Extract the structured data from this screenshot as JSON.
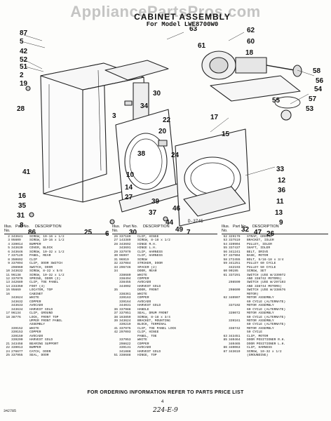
{
  "watermark": "AppliancePartsPros.com",
  "title": "CABINET ASSEMBLY",
  "subtitle": "For Model LWE8700W0",
  "diagram_code": "D-3745",
  "callouts": [
    "87",
    "5",
    "42",
    "52",
    "51",
    "2",
    "19",
    "28",
    "41",
    "16",
    "35",
    "31",
    "8",
    "86",
    "63",
    "61",
    "62",
    "60",
    "18",
    "58",
    "56",
    "54",
    "57",
    "53",
    "22",
    "20",
    "38",
    "55",
    "24",
    "10",
    "14",
    "27",
    "17",
    "15",
    "33",
    "12",
    "36",
    "11",
    "13",
    "9",
    "39",
    "37",
    "44",
    "46",
    "49",
    "7",
    "32",
    "47",
    "26",
    "25",
    "6",
    "30",
    "34",
    "30",
    "3"
  ],
  "columns": [
    {
      "header": {
        "ill": "Illus. No.",
        "part": "Part No.",
        "desc": "DESCRIPTION"
      },
      "rows": [
        [
          "2",
          "343641",
          "SCREW, 10-16 x 1/2"
        ],
        [
          "3",
          "95609",
          "SCREW, 10-16 x 1/2"
        ],
        [
          "4",
          "339014",
          "BUMPER"
        ],
        [
          "5",
          "343630",
          "COVER, BLOCK"
        ],
        [
          "6",
          "343646",
          "SCREW, 10-32 x 1/2"
        ],
        [
          "7",
          "337129",
          "PANEL, REAR"
        ],
        [
          "8",
          "350692",
          "CLIP"
        ],
        [
          "9",
          "337094",
          "CLIP, DOOR SWITCH"
        ],
        [
          "",
          "298960",
          "SWITCH, DOOR"
        ],
        [
          "10",
          "343632",
          "SCREW, 8-32 x 5/8"
        ],
        [
          "11",
          "96138",
          "SCREW, 10-32 x 1/2"
        ],
        [
          "12",
          "337979",
          "SPRING, DOOR (2)"
        ],
        [
          "13",
          "342689",
          "CLIP, TOE PANEL"
        ],
        [
          "14",
          "233350",
          "FOOT (4)"
        ],
        [
          "15",
          "95669",
          "LOCATOR, TOP"
        ],
        [
          "16",
          "",
          "CABINET"
        ],
        [
          "",
          "343624",
          "WHITE"
        ],
        [
          "",
          "343632",
          "COPPER"
        ],
        [
          "",
          "343633",
          "AVOCADO"
        ],
        [
          "",
          "343634",
          "HARVEST GOLD"
        ],
        [
          "17",
          "96134",
          "CLIP, GROUND"
        ],
        [
          "18",
          "38776",
          "LOCK, FRONT TOP"
        ],
        [
          "",
          "",
          "UPPER FRONT PANEL"
        ],
        [
          "",
          "",
          "ASSEMBLY"
        ],
        [
          "",
          "339152",
          "WHITE"
        ],
        [
          "",
          "339153",
          "COPPER"
        ],
        [
          "",
          "339150",
          "AVOCADO"
        ],
        [
          "",
          "339290",
          "HARVEST GOLD"
        ],
        [
          "21",
          "343458",
          "BEARING SUPPORT"
        ],
        [
          "22",
          "339013",
          "BUMPER"
        ],
        [
          "24",
          "276677",
          "CATCH, DOOR"
        ],
        [
          "25",
          "337955",
          "SEAL, DOOR"
        ]
      ]
    },
    {
      "header": {
        "ill": "Illus. No.",
        "part": "Part No.",
        "desc": "DESCRIPTION"
      },
      "rows": [
        [
          "26",
          "337189",
          "CLIP, HINGE"
        ],
        [
          "27",
          "143389",
          "SCREW, 8-18 x 1/2"
        ],
        [
          "28",
          "343692",
          "HINGE R.H."
        ],
        [
          "",
          "343691",
          "HINGE L.H."
        ],
        [
          "29",
          "337979",
          "CLIP, HARNESS"
        ],
        [
          "30",
          "96997",
          "CLIP, HARNESS"
        ],
        [
          "31",
          "96919",
          "SCREW"
        ],
        [
          "32",
          "337084",
          "STRIKER, DOOR"
        ],
        [
          "33",
          "296746",
          "SPACER (2)"
        ],
        [
          "34",
          "",
          "DOOR, REAR"
        ],
        [
          "",
          "338680",
          "WHITE"
        ],
        [
          "",
          "338494",
          "COPPER"
        ],
        [
          "",
          "338455",
          "AVOCADO"
        ],
        [
          "",
          "344002",
          "HARVEST GOLD"
        ],
        [
          "35",
          "",
          "DOOR, FRONT"
        ],
        [
          "",
          "338361",
          "WHITE"
        ],
        [
          "",
          "339163",
          "COPPER"
        ],
        [
          "",
          "339164",
          "AVOCADO"
        ],
        [
          "",
          "344031",
          "HARVEST GOLD"
        ],
        [
          "36",
          "337988",
          "HANDLE"
        ],
        [
          "37",
          "337951",
          "SEAL, DRUM FRONT"
        ],
        [
          "38",
          "163859",
          "SCREW, 8-18 x 3/4"
        ],
        [
          "39",
          "343624",
          "BRACKET, MOUNTING"
        ],
        [
          "",
          "339219",
          "BLOCK, TERMINAL"
        ],
        [
          "41",
          "337975",
          "CLIP, TOE PANEL LOCK"
        ],
        [
          "42",
          "297093",
          "CLIP, HINGE"
        ],
        [
          "",
          "",
          "PANEL, TOE"
        ],
        [
          "",
          "337953",
          "WHITE"
        ],
        [
          "",
          "298622",
          "COPPER"
        ],
        [
          "",
          "339131",
          "AVOCADO"
        ],
        [
          "",
          "341888",
          "HARVEST GOLD"
        ],
        [
          "51",
          "338688",
          "HINGE, TOP"
        ]
      ]
    },
    {
      "header": {
        "ill": "Illus. No.",
        "part": "Part No.",
        "desc": "DESCRIPTION"
      },
      "rows": [
        [
          "52",
          "329179",
          "STRAP, GROUND"
        ],
        [
          "53",
          "337519",
          "BRACKET, IDLER"
        ],
        [
          "54",
          "339904",
          "PULLEY, IDLER"
        ],
        [
          "55",
          "337437",
          "SHAFT, IDLER"
        ],
        [
          "56",
          "341241",
          "BELT, DRIVE"
        ],
        [
          "57",
          "337904",
          "BASE, MOTOR"
        ],
        [
          "58",
          "272455",
          "BOLT, 5/16-18 x 3/4"
        ],
        [
          "59",
          "341251",
          "PULLEY 60 CYCLE"
        ],
        [
          "",
          "342193",
          "PULLEY 50 CYCLE"
        ],
        [
          "60",
          "90195",
          "SCREW, SET"
        ],
        [
          "61",
          "337291",
          "SWITCH (USE W/339072"
        ],
        [
          "",
          "",
          "AND 338742 MOTORS)"
        ],
        [
          "",
          "298590",
          "SWITCH (USE W/297103"
        ],
        [
          "",
          "",
          "AND 338744 MOTORS)"
        ],
        [
          "",
          "298609",
          "SWITCH (USE W/338676"
        ],
        [
          "",
          "",
          "MOTOR)"
        ],
        [
          "62",
          "340907",
          "MOTOR ASSEMBLY"
        ],
        [
          "",
          "",
          "60 CYCLE (ALTERNATE)"
        ],
        [
          "",
          "337102",
          "MOTOR ASSEMBLY"
        ],
        [
          "",
          "",
          "60 CYCLE (ALTERNATE)"
        ],
        [
          "",
          "339072",
          "MOTOR ASSEMBLY"
        ],
        [
          "",
          "",
          "60 CYCLE (ALTERNATE)"
        ],
        [
          "",
          "339161",
          "MOTOR ASSEMBLY"
        ],
        [
          "",
          "",
          "60 CYCLE (ALTERNATE)"
        ],
        [
          "",
          "338742",
          "MOTOR ASSEMBLY"
        ],
        [
          "",
          "",
          "50 CYCLE"
        ],
        [
          "63",
          "343451",
          "CLIP, MOTOR"
        ],
        [
          "85",
          "340464",
          "DOOR POSITIONER R.H."
        ],
        [
          "",
          "340465",
          "DOOR POSITIONER L.H."
        ],
        [
          "86",
          "340063",
          "CLIP, HARNESS"
        ],
        [
          "87",
          "343619",
          "SCREW, 10-32 x 1/2"
        ],
        [
          "",
          "",
          "(GROUNDING)"
        ]
      ]
    }
  ],
  "footer": "FOR ORDERING INFORMATION REFER TO PARTS PRICE LIST",
  "page_number": "4",
  "handwritten_note": "224-E-9",
  "left_code": "342785"
}
